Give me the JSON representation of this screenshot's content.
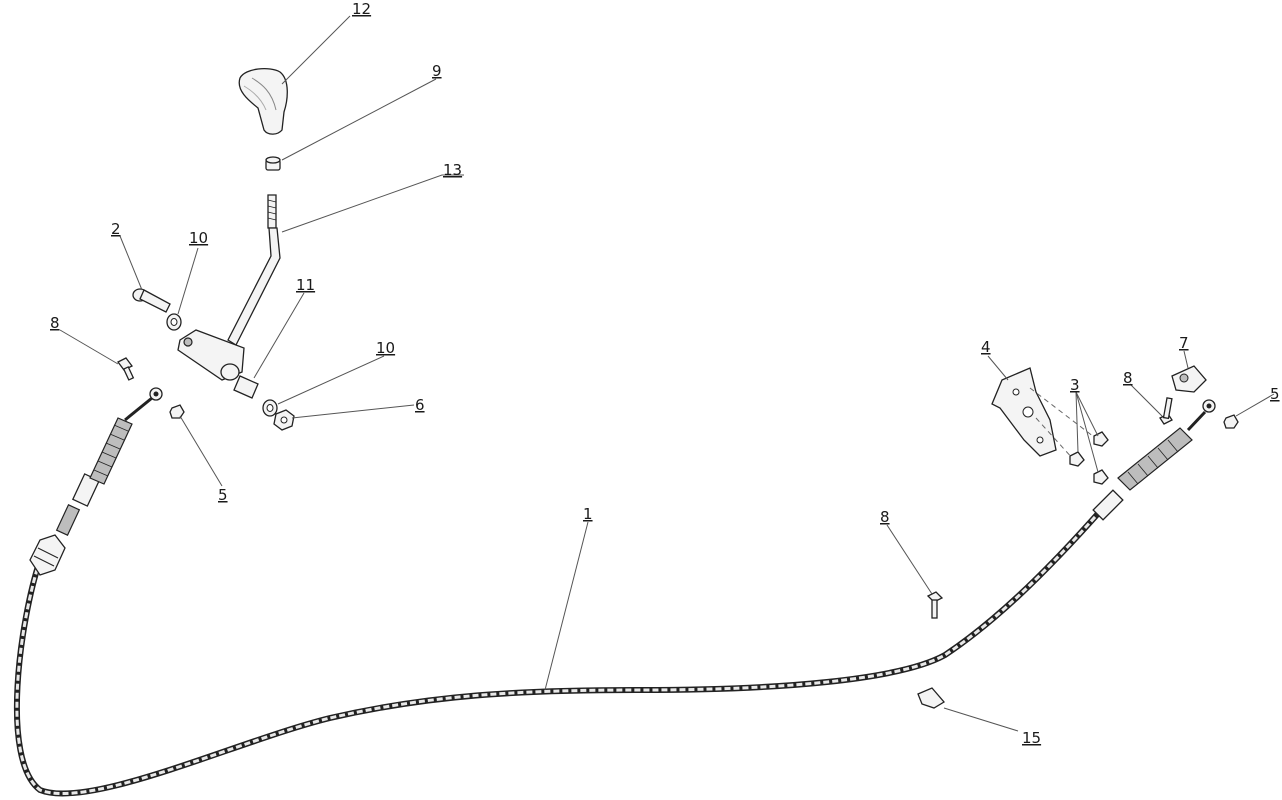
{
  "callouts": {
    "c1": "1",
    "c2": "2",
    "c3": "3",
    "c4": "4",
    "c5a": "5",
    "c5b": "5",
    "c6": "6",
    "c7": "7",
    "c8a": "8",
    "c8b": "8",
    "c8c": "8",
    "c9": "9",
    "c10a": "10",
    "c10b": "10",
    "c11": "11",
    "c12": "12",
    "c13": "13",
    "c15": "15"
  }
}
